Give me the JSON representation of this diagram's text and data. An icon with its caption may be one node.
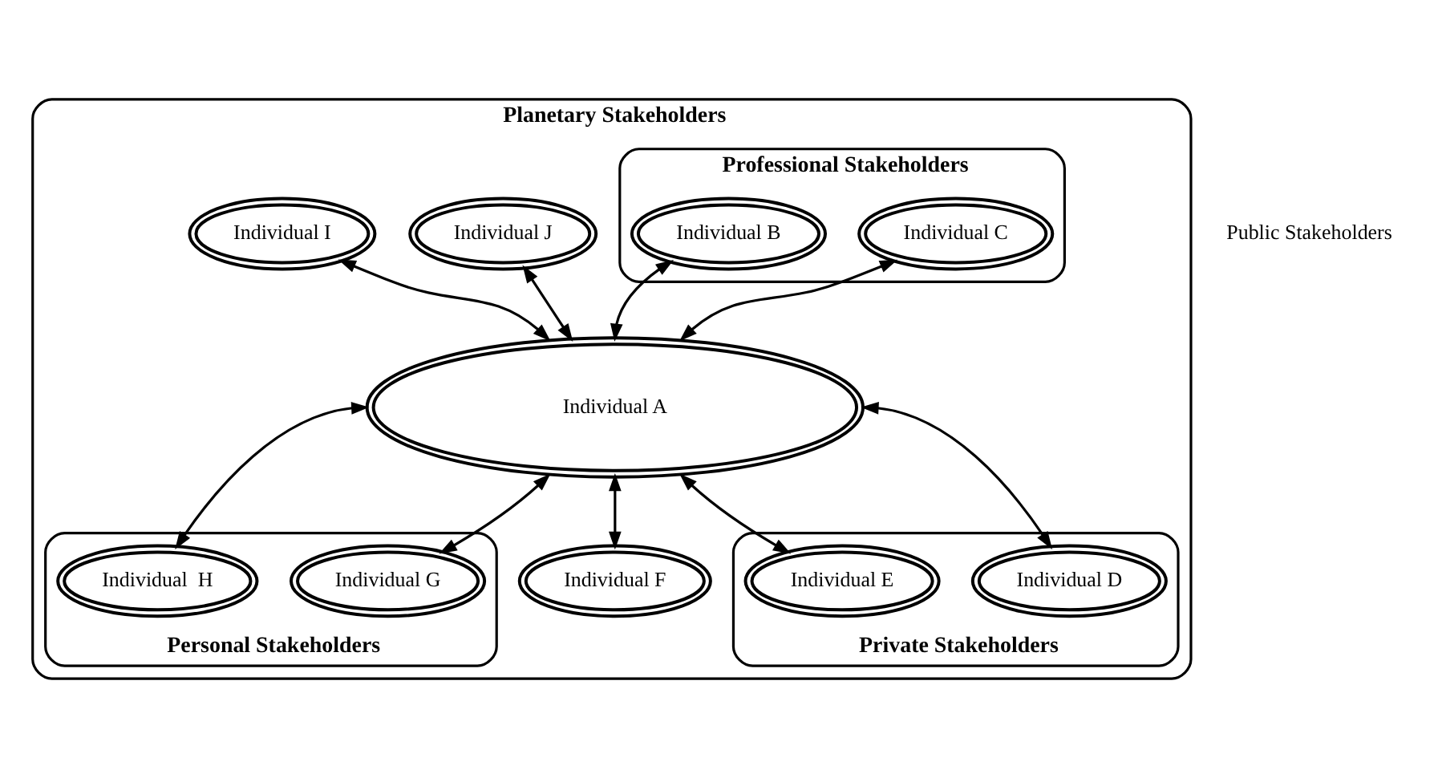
{
  "diagram": {
    "nodes": [
      {
        "text": [
          "Planetary Stakeholders"
        ]
      },
      {
        "text": [
          "Professional Stakeholders"
        ],
        "in": 0
      },
      {
        "text": [
          "Individual B"
        ],
        "in": 1
      },
      {
        "text": [
          "Individual C"
        ],
        "in": 1
      },
      {
        "text": [
          "Private Stakeholders"
        ],
        "in": 0
      },
      {
        "text": [
          "Individual D"
        ],
        "in": 4
      },
      {
        "text": [
          "Individual E"
        ],
        "in": 4
      },
      {
        "text": [
          "Personal Stakeholders"
        ],
        "in": 0
      },
      {
        "text": [
          "Individual  H"
        ],
        "in": 7
      },
      {
        "text": [
          "Individual G"
        ],
        "in": 7
      },
      {
        "text": [
          "Individual A"
        ],
        "in": 0
      },
      {
        "text": [
          "Individual F"
        ],
        "in": 0
      },
      {
        "text": [
          "Individual I"
        ],
        "in": 0
      },
      {
        "text": [
          "Individual J"
        ],
        "in": 0
      }
    ],
    "edges": [
      {
        "from": 10,
        "to": 13,
        "arrow": "both"
      },
      {
        "from": 10,
        "to": 2,
        "arrow": "both"
      },
      {
        "from": 10,
        "to": 12,
        "arrow": "both"
      },
      {
        "from": 10,
        "to": 3,
        "arrow": "both"
      },
      {
        "from": 10,
        "to": 8,
        "arrow": "both"
      },
      {
        "from": 10,
        "to": 5,
        "arrow": "both"
      },
      {
        "from": 10,
        "to": 9,
        "arrow": "both"
      },
      {
        "from": 10,
        "to": 11,
        "arrow": "both"
      },
      {
        "from": 10,
        "to": 6,
        "arrow": "both"
      }
    ],
    "labels": [
      "Public Stakeholders"
    ]
  }
}
